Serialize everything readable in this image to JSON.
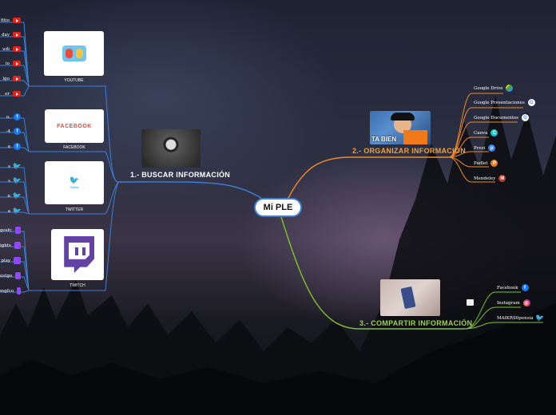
{
  "root": {
    "label": "Mi PLE"
  },
  "branches": {
    "buscar": {
      "label": "1.- BUSCAR INFORMACIÓN"
    },
    "organizar": {
      "label": "2.- ORGANIZAR INFORMACIÓN",
      "image_caption": "TA BIEN"
    },
    "compartir": {
      "label": "3.- COMPARTIR INFORMACIÓN"
    }
  },
  "cards": {
    "youtube": {
      "label": "YOUTUBE"
    },
    "facebook": {
      "label": "FACEBOOK",
      "logo_text": "FACEBOOK"
    },
    "twitter": {
      "label": "TWITTER",
      "logo_text": "Twitter"
    },
    "twitch": {
      "label": "TWITCH"
    }
  },
  "youtube_leaves": [
    "fitio",
    "day",
    "udi",
    "io",
    "lgo",
    "er"
  ],
  "facebook_leaves": [
    "o.",
    "-4",
    "a"
  ],
  "twitter_leaves": [
    "s",
    "s",
    "n",
    "a"
  ],
  "twitch_leaves": [
    "gosfc",
    "ights",
    "play",
    "ostgo",
    "mgfco"
  ],
  "organizar_leaves": [
    {
      "label": "Google Drive",
      "icon": "google-drive-icon"
    },
    {
      "label": "Google Presentaciones",
      "icon": "google-icon"
    },
    {
      "label": "Google Documentos",
      "icon": "google-icon"
    },
    {
      "label": "Canva",
      "icon": "canva-icon"
    },
    {
      "label": "Prezi",
      "icon": "prezi-icon"
    },
    {
      "label": "Padlet",
      "icon": "padlet-icon"
    },
    {
      "label": "Mendeley",
      "icon": "mendeley-icon"
    }
  ],
  "compartir_leaves": [
    {
      "label": "Facebook",
      "icon": "facebook-icon"
    },
    {
      "label": "Instagram",
      "icon": "instagram-icon"
    },
    {
      "label": "MAIKRS0pensia",
      "icon": "twitter-icon"
    }
  ],
  "colors": {
    "buscar": "#3d7fd6",
    "organizar": "#f08a24",
    "compartir": "#7fc22a",
    "youtube": "#e62117",
    "facebook": "#1877f2",
    "twitter": "#1da1f2",
    "twitch": "#9146ff"
  }
}
